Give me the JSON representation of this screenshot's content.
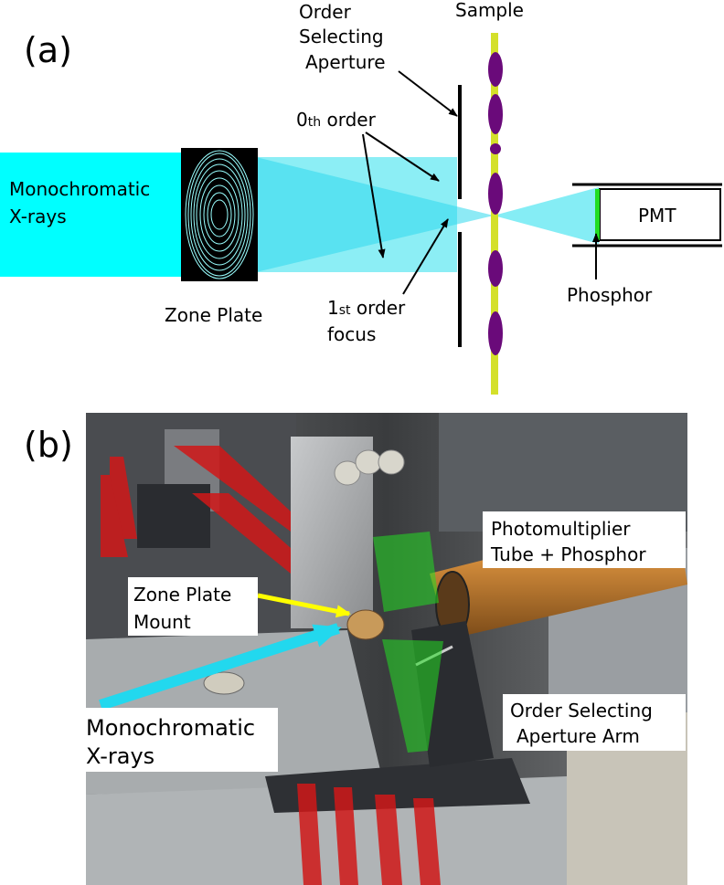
{
  "panel_a": {
    "panel_label": "(a)",
    "beam_label_1": "Monochromatic",
    "beam_label_2": "X-rays",
    "zone_plate_label": "Zone Plate",
    "aperture_label_1": "Order",
    "aperture_label_2": "Selecting",
    "aperture_label_3": "Aperture",
    "sample_label": "Sample",
    "zeroth_order_prefix": "0",
    "zeroth_order_sub": "th",
    "zeroth_order_suffix": " order",
    "first_order_prefix": "1",
    "first_order_sub": "st",
    "first_order_suffix": " order",
    "first_order_line2": "focus",
    "pmt_label": "PMT",
    "phosphor_label": "Phosphor"
  },
  "panel_b": {
    "panel_label": "(b)",
    "pmt_label_1": "Photomultiplier",
    "pmt_label_2": "Tube + Phosphor",
    "zp_mount_label_1": "Zone Plate",
    "zp_mount_label_2": "Mount",
    "xray_label_1": "Monochromatic",
    "xray_label_2": "X-rays",
    "arm_label_1": "Order Selecting",
    "arm_label_2": "Aperture Arm"
  },
  "colors": {
    "beam": "#00ffff",
    "sample_bar": "#d4e02a",
    "sample_blob": "#6a0a7a",
    "phosphor": "#22dd22",
    "arrow_yellow": "#ffff00",
    "arrow_cyan": "#22d8ee",
    "red_stripe": "#d01818",
    "green_overlay": "#22dd22"
  }
}
